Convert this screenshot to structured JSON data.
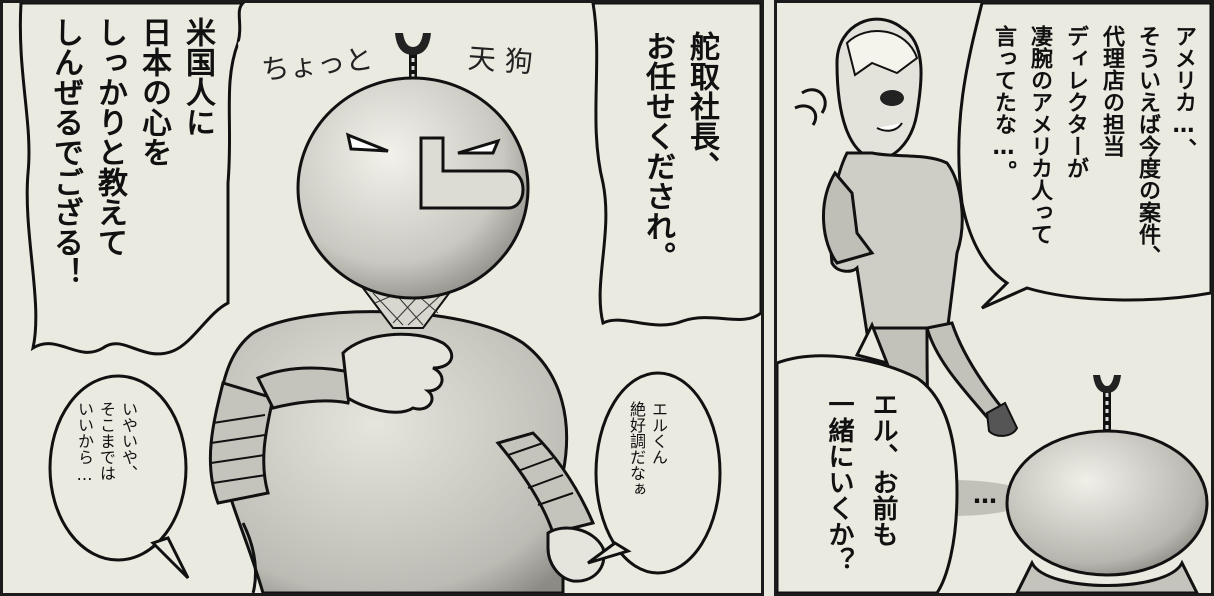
{
  "left_panel": {
    "sfx_chotto": "ちょっと",
    "sfx_tengu": "天 狗",
    "speech_main": "米国人に\n日本の心を\nしっかりと教えて\nしんぜるでござる！",
    "speech_reply": "舵取社長、\nお任せくだされ。",
    "bubble_small_left": "いやいや、\nそこまでは\nいいから…",
    "bubble_small_right": "エルくん\n絶好調だなぁ"
  },
  "right_panel": {
    "speech_top": "アメリカ…、\nそういえば今度の案件、\n代理店の担当\nディレクターが\n凄腕のアメリカ人って\n言ってたな…。",
    "speech_bottom": "エル、お前も\n一緒にいくか？",
    "ellipsis": "…"
  },
  "colors": {
    "paper": "#ebeae1",
    "ink": "#111111",
    "shade": "#9a9891"
  }
}
